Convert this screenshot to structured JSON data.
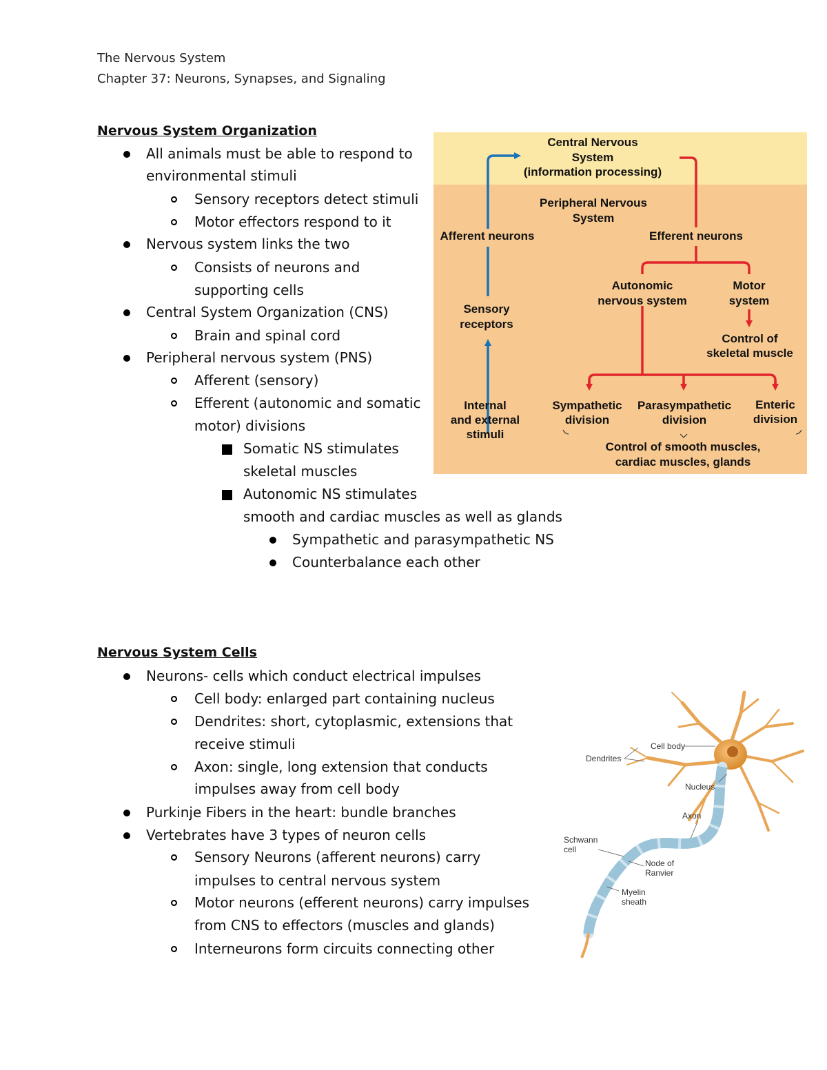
{
  "header": {
    "title": "The Nervous System",
    "chapter": "Chapter 37: Neurons, Synapses, and Signaling"
  },
  "section1": {
    "heading": "Nervous System Organization",
    "lines": [
      "All animals must be able to respond to",
      "environmental stimuli",
      "Sensory receptors detect stimuli",
      "Motor effectors respond to it",
      "Nervous system links the two",
      "Consists of neurons and",
      "supporting cells",
      "Central System Organization (CNS)",
      "Brain and spinal cord",
      "Peripheral nervous system (PNS)",
      "Afferent (sensory)",
      "Efferent (autonomic and somatic",
      "motor) divisions",
      "Somatic NS stimulates",
      "skeletal muscles",
      "Autonomic NS stimulates",
      "smooth and cardiac muscles as well as glands",
      "Sympathetic and parasympathetic NS",
      "Counterbalance each other"
    ]
  },
  "section2": {
    "heading": "Nervous System Cells",
    "lines": [
      "Neurons- cells which conduct electrical impulses",
      "Cell body: enlarged part containing nucleus",
      "Dendrites: short, cytoplasmic, extensions that",
      "receive stimuli",
      "Axon: single, long extension that conducts",
      "impulses away from cell body",
      "Purkinje Fibers in the heart: bundle branches",
      "Vertebrates have 3 types of neuron cells",
      "Sensory Neurons (afferent neurons) carry",
      "impulses to central nervous system",
      "Motor neurons (efferent neurons) carry impulses",
      "from CNS to effectors (muscles and glands)",
      "Interneurons form circuits connecting other"
    ]
  },
  "diagram": {
    "cns_line1": "Central Nervous",
    "cns_line2": "System",
    "cns_line3": "(information processing)",
    "pns_line1": "Peripheral Nervous",
    "pns_line2": "System",
    "afferent": "Afferent neurons",
    "efferent": "Efferent neurons",
    "sensory1": "Sensory",
    "sensory2": "receptors",
    "stimuli1": "Internal",
    "stimuli2": "and external",
    "stimuli3": "stimuli",
    "autonomic1": "Autonomic",
    "autonomic2": "nervous system",
    "motor1": "Motor",
    "motor2": "system",
    "control_skel1": "Control of",
    "control_skel2": "skeletal muscle",
    "symp1": "Sympathetic",
    "symp2": "division",
    "para1": "Parasympathetic",
    "para2": "division",
    "enteric1": "Enteric",
    "enteric2": "division",
    "control_smooth1": "Control of smooth muscles,",
    "control_smooth2": "cardiac muscles, glands",
    "colors": {
      "top_band": "#fbe7a6",
      "body": "#f7c991",
      "afferent_arrow": "#1a72b8",
      "efferent_arrow": "#e0262b"
    }
  },
  "neuron": {
    "cell_body": "Cell body",
    "dendrites": "Dendrites",
    "nucleus": "Nucleus",
    "axon": "Axon",
    "schwann1": "Schwann",
    "schwann2": "cell",
    "node1": "Node of",
    "node2": "Ranvier",
    "myelin1": "Myelin",
    "myelin2": "sheath"
  }
}
